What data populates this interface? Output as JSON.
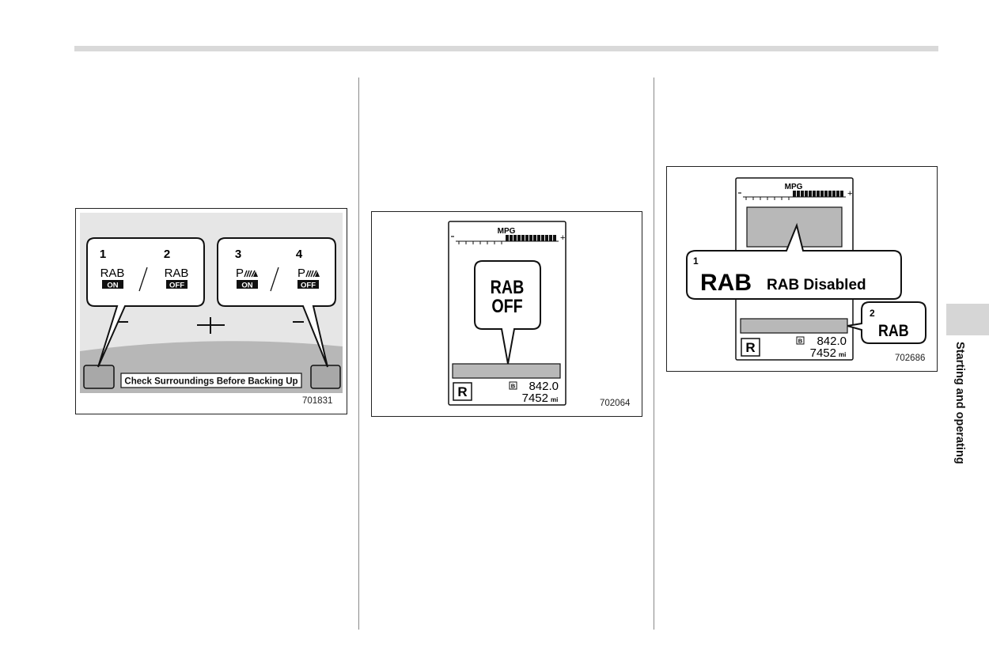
{
  "figures": {
    "fig1": {
      "code": "701831",
      "left_callout": {
        "item1": {
          "number": "1",
          "label": "RAB",
          "badge": "ON"
        },
        "item2": {
          "number": "2",
          "label": "RAB",
          "badge": "OFF"
        }
      },
      "right_callout": {
        "item3": {
          "number": "3",
          "badge": "ON"
        },
        "item4": {
          "number": "4",
          "badge": "OFF"
        }
      },
      "bottom_bar_text": "Check Surroundings Before Backing Up"
    },
    "fig2": {
      "code": "702064",
      "mpg_label": "MPG",
      "callout_line1": "RAB",
      "callout_line2": "OFF",
      "gear": "R",
      "trip_icon": "B",
      "trip_value": "842.0",
      "odometer": "7452",
      "unit": "mi"
    },
    "fig3": {
      "code": "702686",
      "mpg_label": "MPG",
      "callout1_number": "1",
      "callout1_big": "RAB",
      "callout1_small": "RAB Disabled",
      "callout2_number": "2",
      "callout2_text": "RAB",
      "gear": "R",
      "trip_icon": "B",
      "trip_value": "842.0",
      "odometer": "7452",
      "unit": "mi"
    }
  },
  "side_tab": {
    "label": "Starting and operating"
  }
}
